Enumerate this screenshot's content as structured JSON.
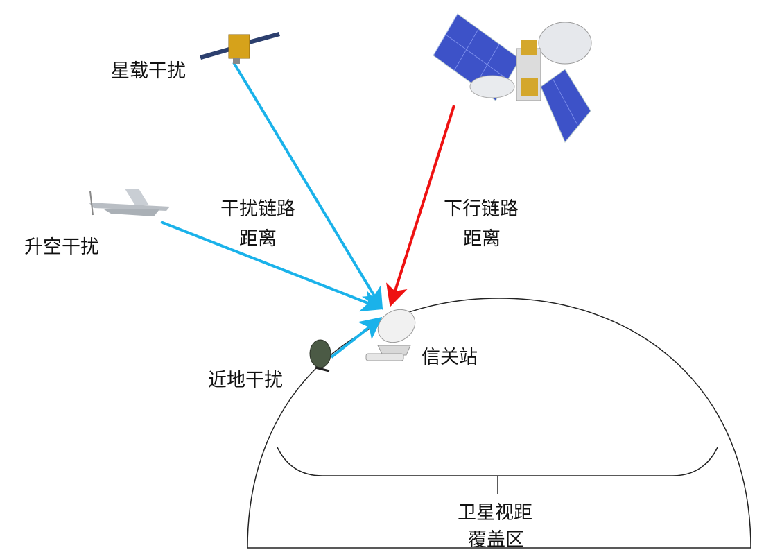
{
  "labels": {
    "spaceborne_jamming": "星载干扰",
    "airborne_jamming": "升空干扰",
    "ground_jamming": "近地干扰",
    "interference_link_1": "干扰链路",
    "interference_link_2": "距离",
    "downlink_1": "下行链路",
    "downlink_2": "距离",
    "gateway_station": "信关站",
    "coverage_1": "卫星视距",
    "coverage_2": "覆盖区"
  },
  "colors": {
    "interference_arrow": "#1ab2ea",
    "downlink_arrow": "#ee1111",
    "outline": "#222222"
  }
}
